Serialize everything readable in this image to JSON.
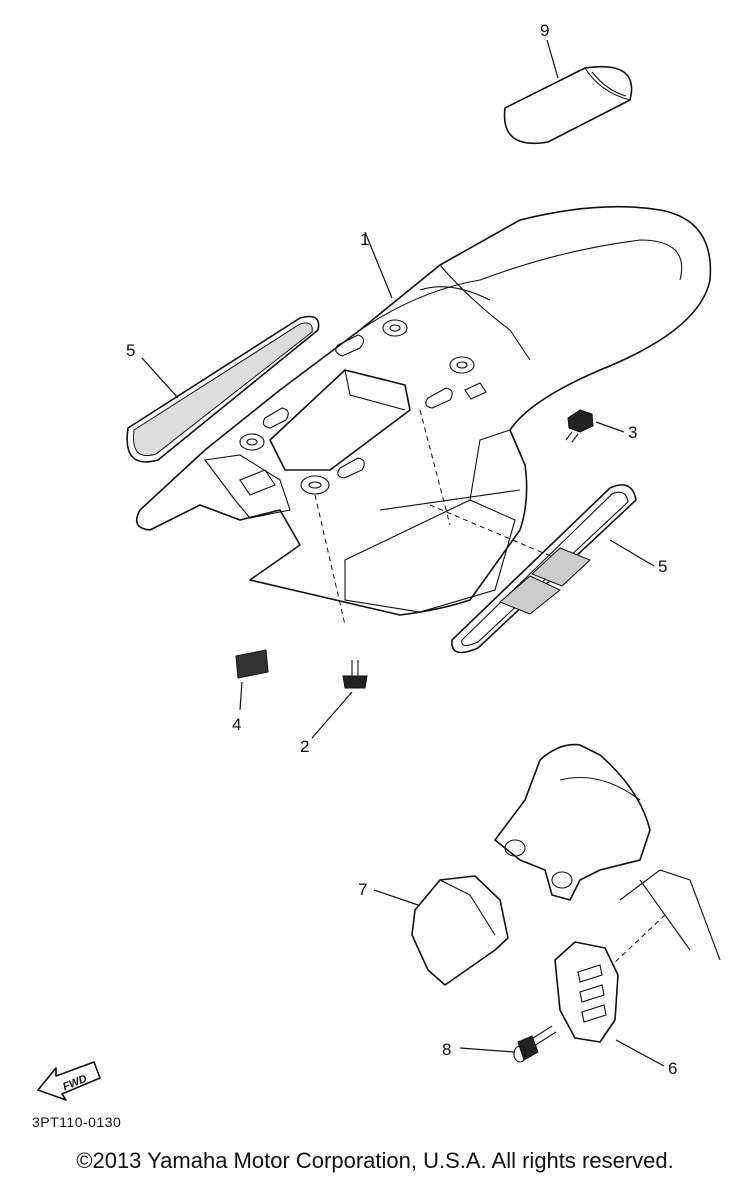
{
  "callouts": {
    "p1": "1",
    "p2": "2",
    "p3": "3",
    "p4": "4",
    "p5a": "5",
    "p5b": "5",
    "p6": "6",
    "p7": "7",
    "p8": "8",
    "p9": "9"
  },
  "fwd_label": "FWD",
  "diagram_code": "3PT110-0130",
  "copyright": "©2013 Yamaha Motor Corporation, U.S.A. All rights reserved."
}
